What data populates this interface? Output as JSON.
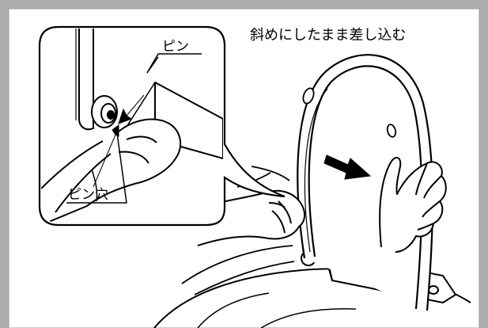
{
  "instruction": "斜めにしたまま差し込む",
  "callout": {
    "pin_label": "ピン",
    "pin_hole_label": "ピン穴"
  },
  "colors": {
    "frame_gray": "#aeaeae",
    "border_gray": "#9a9a9a",
    "line": "#000000",
    "fill": "#ffffff"
  }
}
